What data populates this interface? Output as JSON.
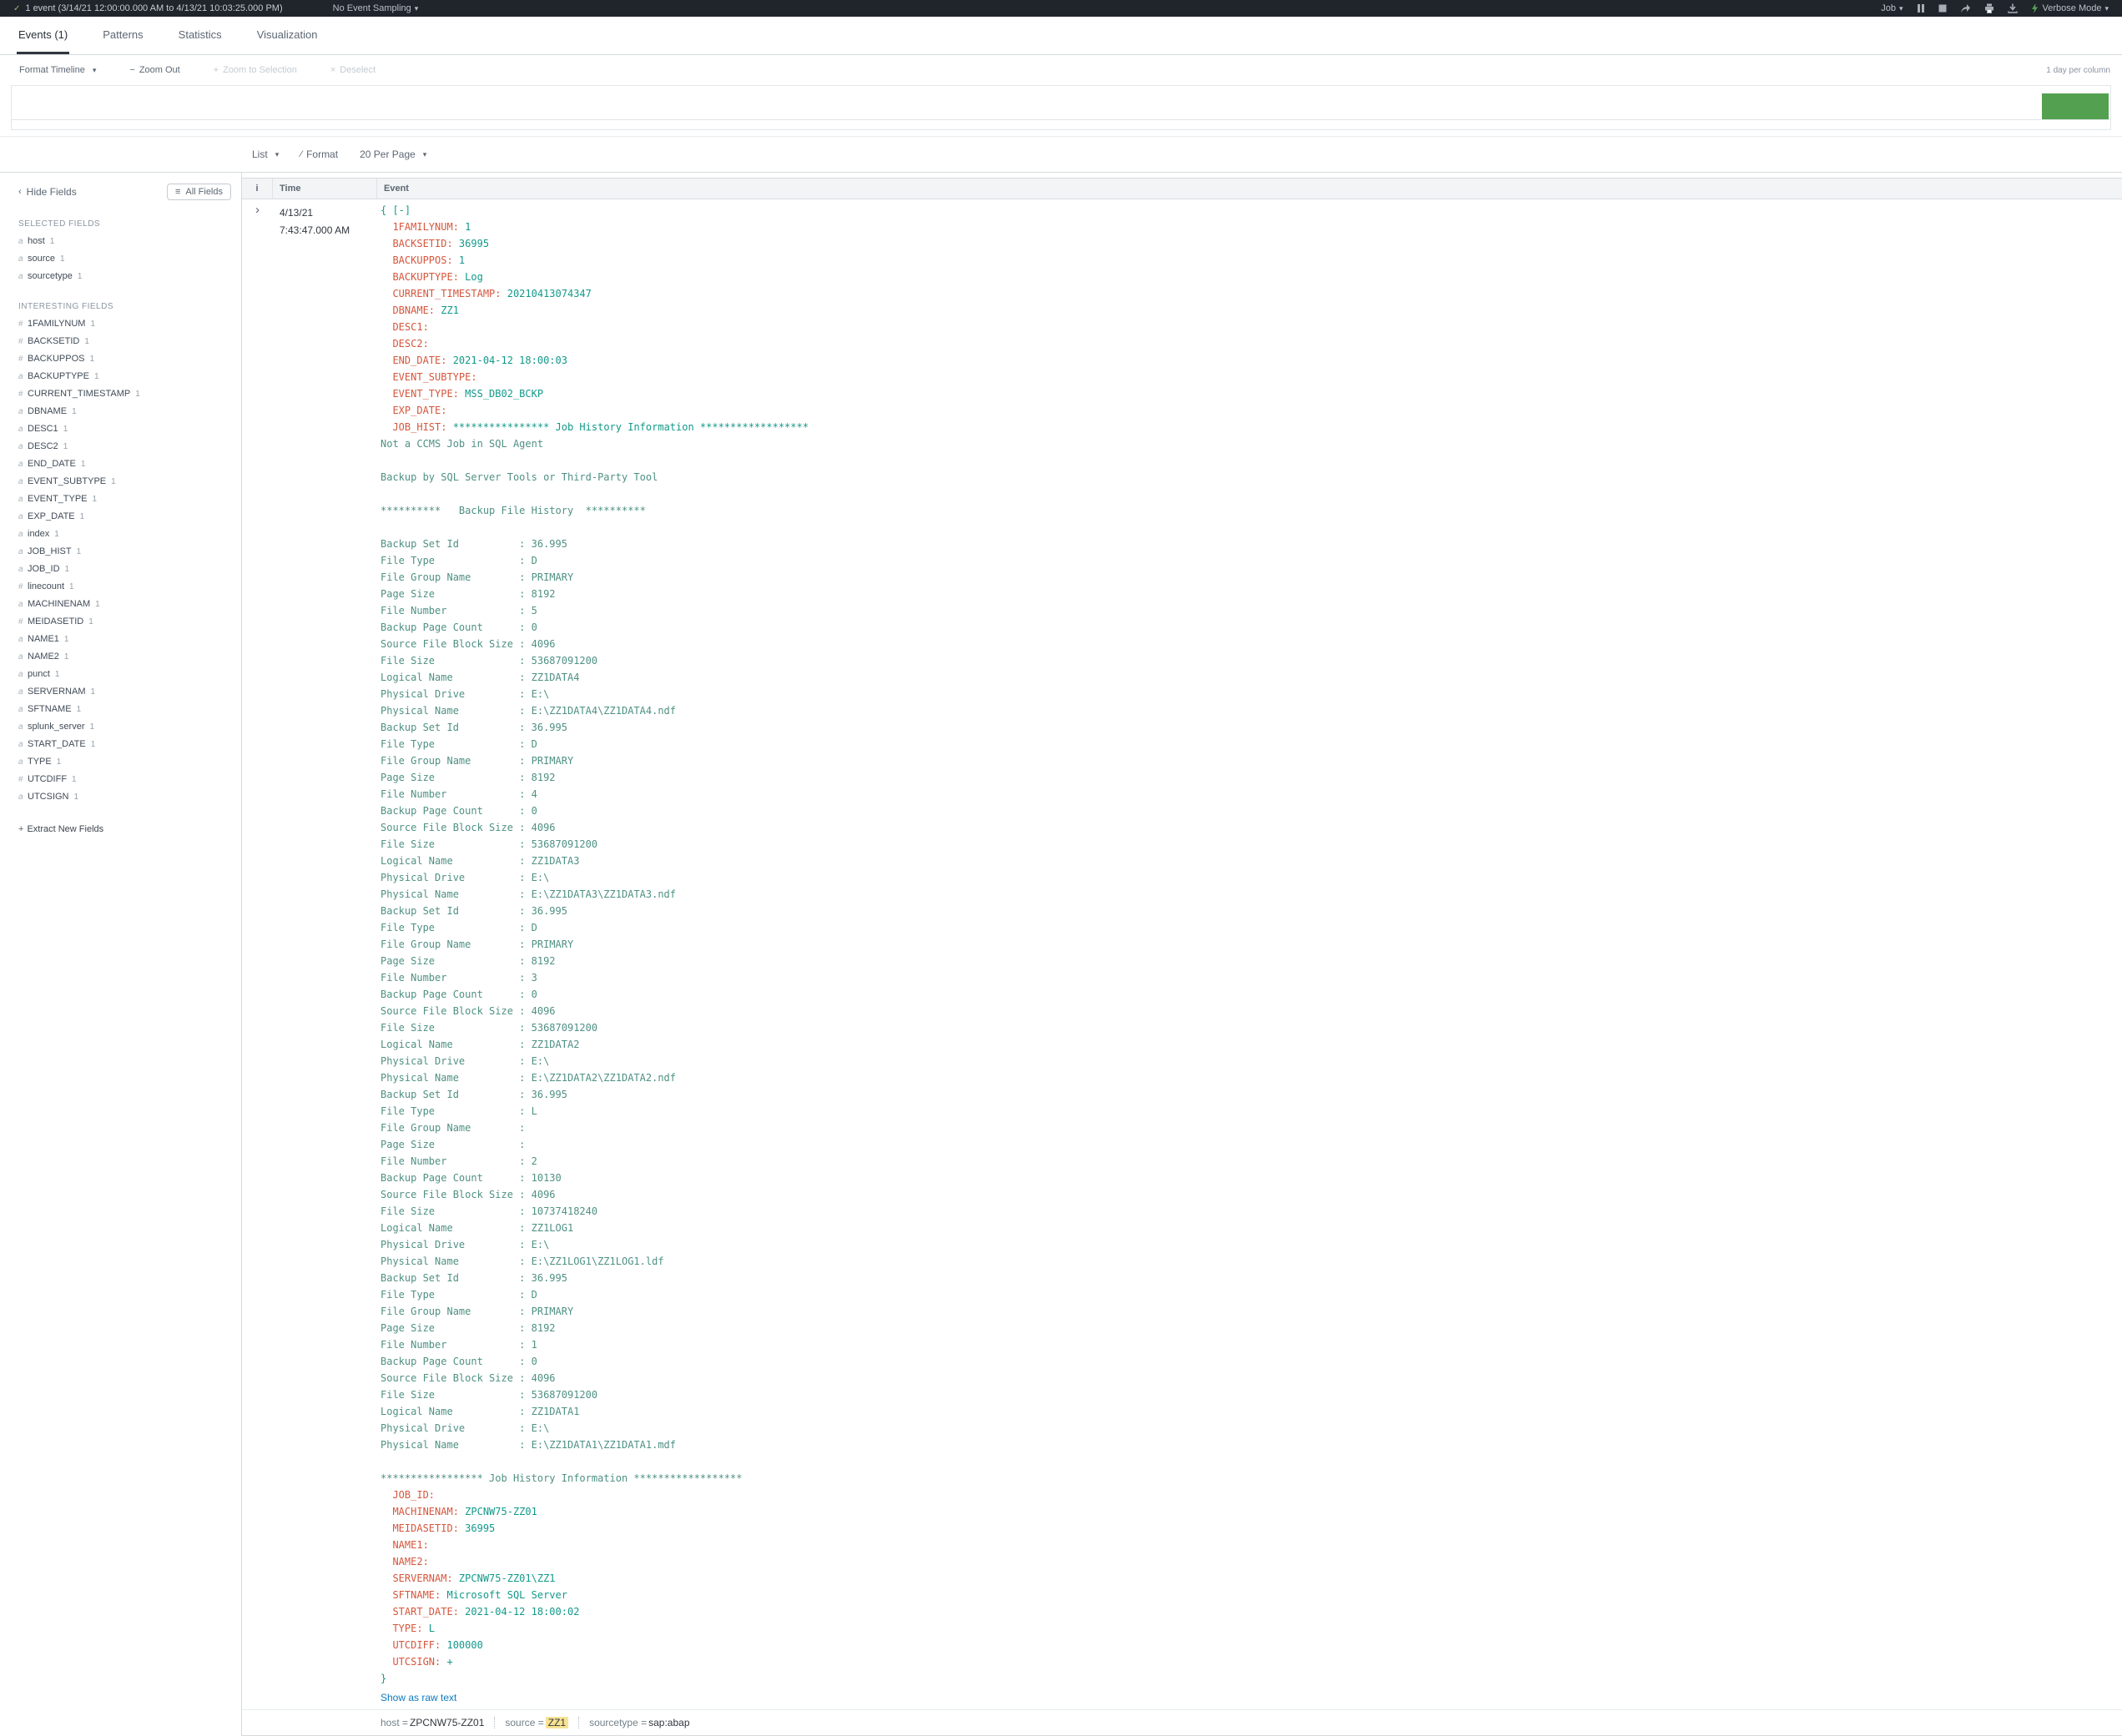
{
  "topbar": {
    "job_status": "1 event (3/14/21 12:00:00.000 AM to 4/13/21 10:03:25.000 PM)",
    "sampling": "No Event Sampling",
    "job_label": "Job",
    "mode_label": "Verbose Mode"
  },
  "tabs": [
    {
      "label": "Events (1)",
      "active": true
    },
    {
      "label": "Patterns",
      "active": false
    },
    {
      "label": "Statistics",
      "active": false
    },
    {
      "label": "Visualization",
      "active": false
    }
  ],
  "timeline": {
    "format_label": "Format Timeline",
    "zoom_out": "Zoom Out",
    "zoom_selection": "Zoom to Selection",
    "deselect": "Deselect",
    "scale_label": "1 day per column"
  },
  "controls": {
    "list": "List",
    "format": "Format",
    "per_page": "20 Per Page"
  },
  "sidebar": {
    "hide": "Hide Fields",
    "all": "All Fields",
    "selected_header": "SELECTED FIELDS",
    "interesting_header": "INTERESTING FIELDS",
    "extract": "Extract New Fields",
    "selected": [
      {
        "t": "a",
        "name": "host",
        "count": "1"
      },
      {
        "t": "a",
        "name": "source",
        "count": "1"
      },
      {
        "t": "a",
        "name": "sourcetype",
        "count": "1"
      }
    ],
    "interesting": [
      {
        "t": "#",
        "name": "1FAMILYNUM",
        "count": "1"
      },
      {
        "t": "#",
        "name": "BACKSETID",
        "count": "1"
      },
      {
        "t": "#",
        "name": "BACKUPPOS",
        "count": "1"
      },
      {
        "t": "a",
        "name": "BACKUPTYPE",
        "count": "1"
      },
      {
        "t": "#",
        "name": "CURRENT_TIMESTAMP",
        "count": "1"
      },
      {
        "t": "a",
        "name": "DBNAME",
        "count": "1"
      },
      {
        "t": "a",
        "name": "DESC1",
        "count": "1"
      },
      {
        "t": "a",
        "name": "DESC2",
        "count": "1"
      },
      {
        "t": "a",
        "name": "END_DATE",
        "count": "1"
      },
      {
        "t": "a",
        "name": "EVENT_SUBTYPE",
        "count": "1"
      },
      {
        "t": "a",
        "name": "EVENT_TYPE",
        "count": "1"
      },
      {
        "t": "a",
        "name": "EXP_DATE",
        "count": "1"
      },
      {
        "t": "a",
        "name": "index",
        "count": "1"
      },
      {
        "t": "a",
        "name": "JOB_HIST",
        "count": "1"
      },
      {
        "t": "a",
        "name": "JOB_ID",
        "count": "1"
      },
      {
        "t": "#",
        "name": "linecount",
        "count": "1"
      },
      {
        "t": "a",
        "name": "MACHINENAM",
        "count": "1"
      },
      {
        "t": "#",
        "name": "MEIDASETID",
        "count": "1"
      },
      {
        "t": "a",
        "name": "NAME1",
        "count": "1"
      },
      {
        "t": "a",
        "name": "NAME2",
        "count": "1"
      },
      {
        "t": "a",
        "name": "punct",
        "count": "1"
      },
      {
        "t": "a",
        "name": "SERVERNAM",
        "count": "1"
      },
      {
        "t": "a",
        "name": "SFTNAME",
        "count": "1"
      },
      {
        "t": "a",
        "name": "splunk_server",
        "count": "1"
      },
      {
        "t": "a",
        "name": "START_DATE",
        "count": "1"
      },
      {
        "t": "a",
        "name": "TYPE",
        "count": "1"
      },
      {
        "t": "#",
        "name": "UTCDIFF",
        "count": "1"
      },
      {
        "t": "a",
        "name": "UTCSIGN",
        "count": "1"
      }
    ]
  },
  "table": {
    "col_i": "i",
    "col_time": "Time",
    "col_event": "Event"
  },
  "event": {
    "date": "4/13/21",
    "time": "7:43:47.000 AM",
    "show_raw": "Show as raw text",
    "lines": [
      {
        "open": true
      },
      {
        "k": "1FAMILYNUM",
        "v": "1"
      },
      {
        "k": "BACKSETID",
        "v": "36995"
      },
      {
        "k": "BACKUPPOS",
        "v": "1"
      },
      {
        "k": "BACKUPTYPE",
        "v": "Log"
      },
      {
        "k": "CURRENT_TIMESTAMP",
        "v": "20210413074347"
      },
      {
        "k": "DBNAME",
        "v": "ZZ1"
      },
      {
        "k": "DESC1",
        "v": ""
      },
      {
        "k": "DESC2",
        "v": ""
      },
      {
        "k": "END_DATE",
        "v": "2021-04-12 18:00:03"
      },
      {
        "k": "EVENT_SUBTYPE",
        "v": ""
      },
      {
        "k": "EVENT_TYPE",
        "v": "MSS_DB02_BCKP"
      },
      {
        "k": "EXP_DATE",
        "v": ""
      },
      {
        "k": "JOB_HIST",
        "v": "**************** Job History Information ******************"
      },
      {
        "raw": "Not a CCMS Job in SQL Agent"
      },
      {
        "raw": ""
      },
      {
        "raw": "Backup by SQL Server Tools or Third-Party Tool"
      },
      {
        "raw": ""
      },
      {
        "raw": "**********   Backup File History  **********"
      },
      {
        "raw": ""
      },
      {
        "p": "Backup Set Id",
        "v": "36.995"
      },
      {
        "p": "File Type",
        "v": "D"
      },
      {
        "p": "File Group Name",
        "v": "PRIMARY"
      },
      {
        "p": "Page Size",
        "v": "8192"
      },
      {
        "p": "File Number",
        "v": "5"
      },
      {
        "p": "Backup Page Count",
        "v": "0"
      },
      {
        "p": "Source File Block Size",
        "v": "4096"
      },
      {
        "p": "File Size",
        "v": "53687091200"
      },
      {
        "p": "Logical Name",
        "v": "ZZ1DATA4"
      },
      {
        "p": "Physical Drive",
        "v": "E:\\"
      },
      {
        "p": "Physical Name",
        "v": "E:\\ZZ1DATA4\\ZZ1DATA4.ndf"
      },
      {
        "p": "Backup Set Id",
        "v": "36.995"
      },
      {
        "p": "File Type",
        "v": "D"
      },
      {
        "p": "File Group Name",
        "v": "PRIMARY"
      },
      {
        "p": "Page Size",
        "v": "8192"
      },
      {
        "p": "File Number",
        "v": "4"
      },
      {
        "p": "Backup Page Count",
        "v": "0"
      },
      {
        "p": "Source File Block Size",
        "v": "4096"
      },
      {
        "p": "File Size",
        "v": "53687091200"
      },
      {
        "p": "Logical Name",
        "v": "ZZ1DATA3"
      },
      {
        "p": "Physical Drive",
        "v": "E:\\"
      },
      {
        "p": "Physical Name",
        "v": "E:\\ZZ1DATA3\\ZZ1DATA3.ndf"
      },
      {
        "p": "Backup Set Id",
        "v": "36.995"
      },
      {
        "p": "File Type",
        "v": "D"
      },
      {
        "p": "File Group Name",
        "v": "PRIMARY"
      },
      {
        "p": "Page Size",
        "v": "8192"
      },
      {
        "p": "File Number",
        "v": "3"
      },
      {
        "p": "Backup Page Count",
        "v": "0"
      },
      {
        "p": "Source File Block Size",
        "v": "4096"
      },
      {
        "p": "File Size",
        "v": "53687091200"
      },
      {
        "p": "Logical Name",
        "v": "ZZ1DATA2"
      },
      {
        "p": "Physical Drive",
        "v": "E:\\"
      },
      {
        "p": "Physical Name",
        "v": "E:\\ZZ1DATA2\\ZZ1DATA2.ndf"
      },
      {
        "p": "Backup Set Id",
        "v": "36.995"
      },
      {
        "p": "File Type",
        "v": "L"
      },
      {
        "p": "File Group Name",
        "v": ""
      },
      {
        "p": "Page Size",
        "v": ""
      },
      {
        "p": "File Number",
        "v": "2"
      },
      {
        "p": "Backup Page Count",
        "v": "10130"
      },
      {
        "p": "Source File Block Size",
        "v": "4096"
      },
      {
        "p": "File Size",
        "v": "10737418240"
      },
      {
        "p": "Logical Name",
        "v": "ZZ1LOG1"
      },
      {
        "p": "Physical Drive",
        "v": "E:\\"
      },
      {
        "p": "Physical Name",
        "v": "E:\\ZZ1LOG1\\ZZ1LOG1.ldf"
      },
      {
        "p": "Backup Set Id",
        "v": "36.995"
      },
      {
        "p": "File Type",
        "v": "D"
      },
      {
        "p": "File Group Name",
        "v": "PRIMARY"
      },
      {
        "p": "Page Size",
        "v": "8192"
      },
      {
        "p": "File Number",
        "v": "1"
      },
      {
        "p": "Backup Page Count",
        "v": "0"
      },
      {
        "p": "Source File Block Size",
        "v": "4096"
      },
      {
        "p": "File Size",
        "v": "53687091200"
      },
      {
        "p": "Logical Name",
        "v": "ZZ1DATA1"
      },
      {
        "p": "Physical Drive",
        "v": "E:\\"
      },
      {
        "p": "Physical Name",
        "v": "E:\\ZZ1DATA1\\ZZ1DATA1.mdf"
      },
      {
        "raw": ""
      },
      {
        "raw": "***************** Job History Information ******************"
      },
      {
        "k": "JOB_ID",
        "v": ""
      },
      {
        "k": "MACHINENAM",
        "v": "ZPCNW75-ZZ01"
      },
      {
        "k": "MEIDASETID",
        "v": "36995"
      },
      {
        "k": "NAME1",
        "v": ""
      },
      {
        "k": "NAME2",
        "v": ""
      },
      {
        "k": "SERVERNAM",
        "v": "ZPCNW75-ZZ01\\ZZ1"
      },
      {
        "k": "SFTNAME",
        "v": "Microsoft SQL Server"
      },
      {
        "k": "START_DATE",
        "v": "2021-04-12 18:00:02"
      },
      {
        "k": "TYPE",
        "v": "L"
      },
      {
        "k": "UTCDIFF",
        "v": "100000"
      },
      {
        "k": "UTCSIGN",
        "v": "+"
      },
      {
        "close": true
      }
    ],
    "footer": [
      {
        "key": "host",
        "value": "ZPCNW75-ZZ01",
        "highlight": false
      },
      {
        "key": "source",
        "value": "ZZ1",
        "highlight": true
      },
      {
        "key": "sourcetype",
        "value": "sap:abap",
        "highlight": false
      }
    ]
  },
  "icons": {
    "check": "✓",
    "caret_down": "▾",
    "chevron_left": "‹",
    "expand": "›",
    "list_menu": "≡",
    "plus": "+",
    "minus": "−",
    "close": "×",
    "format_slash": "⁄"
  },
  "colors": {
    "accent_green": "#53a051",
    "key_red": "#d6563c",
    "value_teal": "#12998a",
    "raw_teal": "#4f9183",
    "highlight_yellow": "#f7e292",
    "link_blue": "#0c7bbd"
  }
}
